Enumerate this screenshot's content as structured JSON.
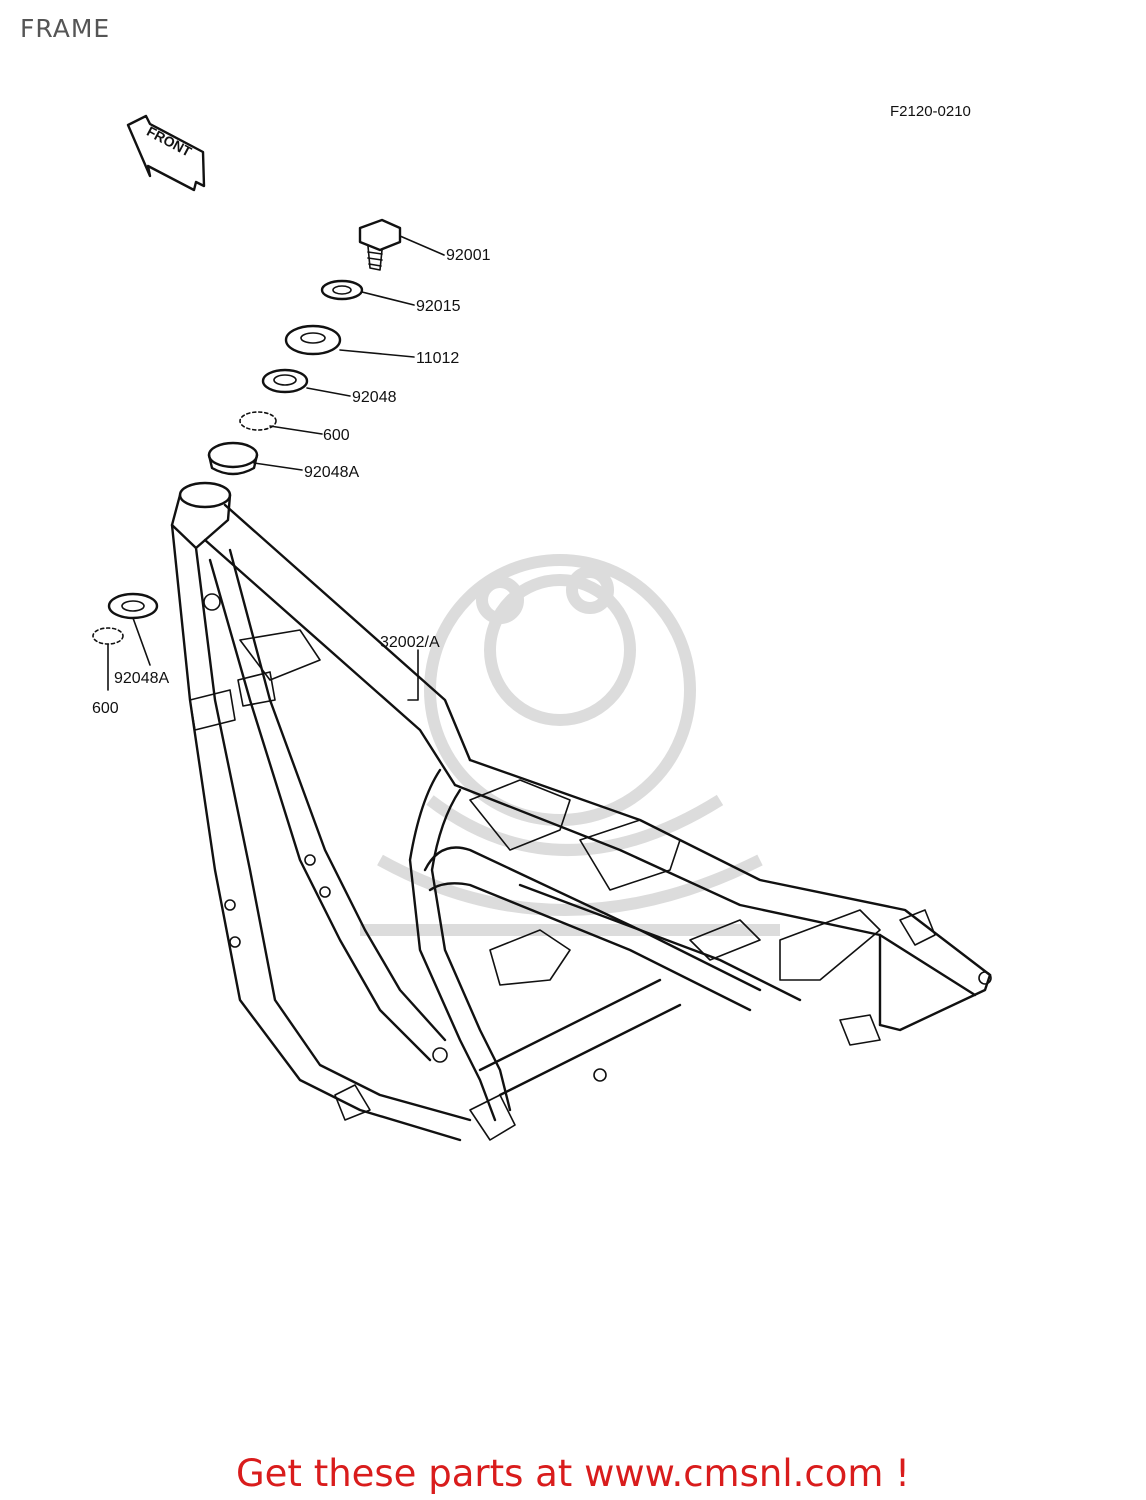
{
  "header": {
    "title": "FRAME",
    "diagram_code": "F2120-0210"
  },
  "front_arrow": {
    "label": "FRONT",
    "icon": "front-direction-arrow-icon"
  },
  "parts": [
    {
      "number": "92001"
    },
    {
      "number": "92015"
    },
    {
      "number": "11012"
    },
    {
      "number": "92048"
    },
    {
      "number": "600"
    },
    {
      "number": "92048A"
    },
    {
      "number": "32002/A"
    },
    {
      "number": "92048A"
    },
    {
      "number": "600"
    }
  ],
  "watermark": {
    "icon": "cmsnl-mascot-watermark-icon"
  },
  "footer": {
    "promo": "Get these parts at www.cmsnl.com !",
    "color": "#d91c1c"
  }
}
